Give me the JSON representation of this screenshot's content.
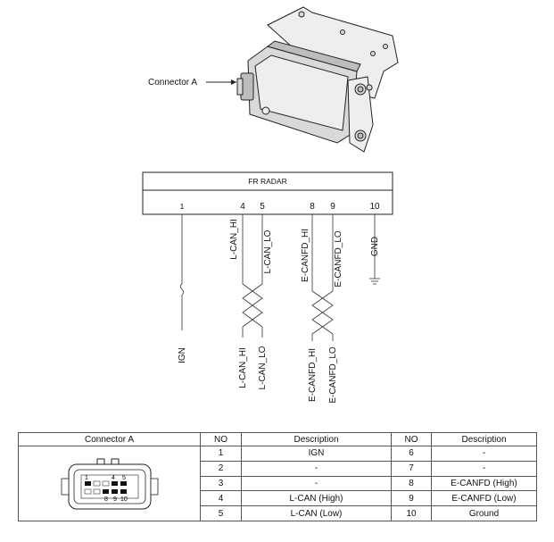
{
  "photo": {
    "callout_label": "Connector A"
  },
  "schematic": {
    "module_title": "FR RADAR",
    "pins": [
      {
        "no": "1",
        "wire": "",
        "end_label": "IGN"
      },
      {
        "no": "4",
        "wire": "L-CAN_HI",
        "end_label": "L-CAN_HI"
      },
      {
        "no": "5",
        "wire": "L-CAN_LO",
        "end_label": "L-CAN_LO"
      },
      {
        "no": "8",
        "wire": "E-CANFD_HI",
        "end_label": "E-CANFD_HI"
      },
      {
        "no": "9",
        "wire": "E-CANFD_LO",
        "end_label": "E-CANFD_LO"
      },
      {
        "no": "10",
        "wire": "GND",
        "end_label": ""
      }
    ]
  },
  "table": {
    "headers": [
      "Connector A",
      "NO",
      "Description",
      "NO",
      "Description"
    ],
    "rows": [
      {
        "no1": "1",
        "desc1": "IGN",
        "no2": "6",
        "desc2": "-"
      },
      {
        "no1": "2",
        "desc1": "-",
        "no2": "7",
        "desc2": "-"
      },
      {
        "no1": "3",
        "desc1": "-",
        "no2": "8",
        "desc2": "E-CANFD (High)"
      },
      {
        "no1": "4",
        "desc1": "L-CAN (High)",
        "no2": "9",
        "desc2": "E-CANFD (Low)"
      },
      {
        "no1": "5",
        "desc1": "L-CAN (Low)",
        "no2": "10",
        "desc2": "Ground"
      }
    ],
    "connector_face_labels": [
      "1",
      "4",
      "5",
      "8",
      "9",
      "10"
    ]
  }
}
